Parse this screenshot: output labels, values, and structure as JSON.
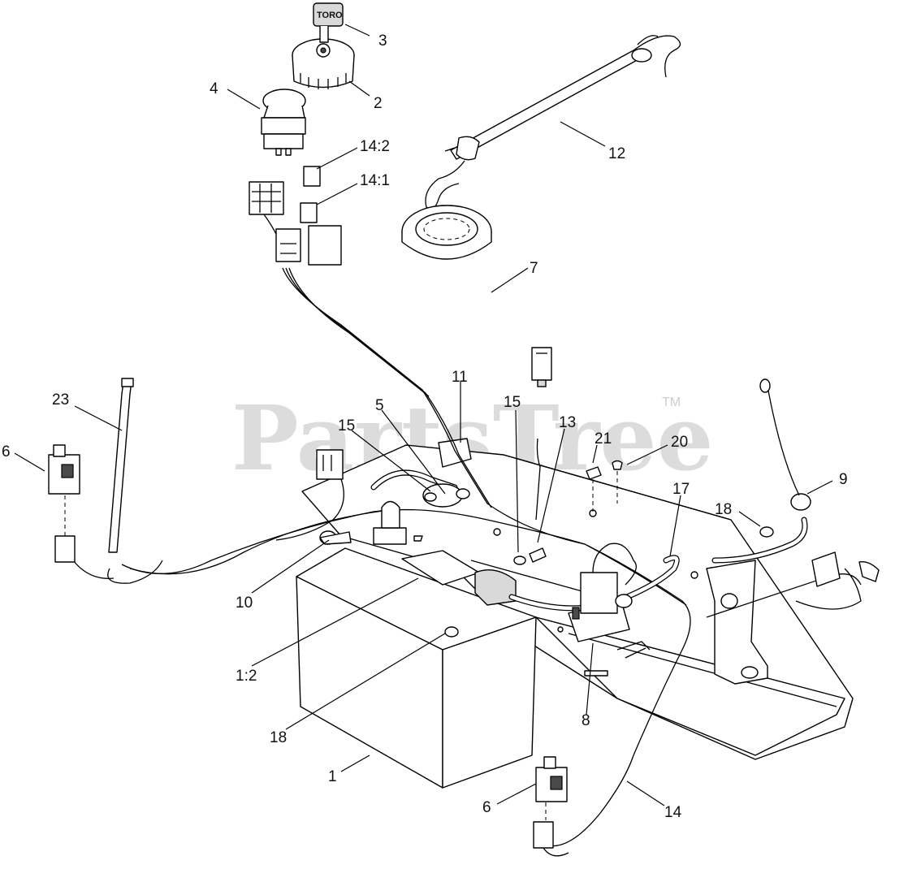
{
  "watermark": {
    "text": "PartsTree",
    "tm": "TM"
  },
  "key_tag_text": "TORO",
  "callouts": {
    "c1": "1",
    "c1_2": "1:2",
    "c2": "2",
    "c3": "3",
    "c4": "4",
    "c5": "5",
    "c6a": "6",
    "c6b": "6",
    "c7": "7",
    "c8": "8",
    "c9": "9",
    "c10": "10",
    "c11": "11",
    "c12": "12",
    "c13": "13",
    "c14": "14",
    "c14_1": "14:1",
    "c14_2": "14:2",
    "c15a": "15",
    "c15b": "15",
    "c17": "17",
    "c18a": "18",
    "c18b": "18",
    "c20": "20",
    "c21": "21",
    "c23": "23"
  }
}
